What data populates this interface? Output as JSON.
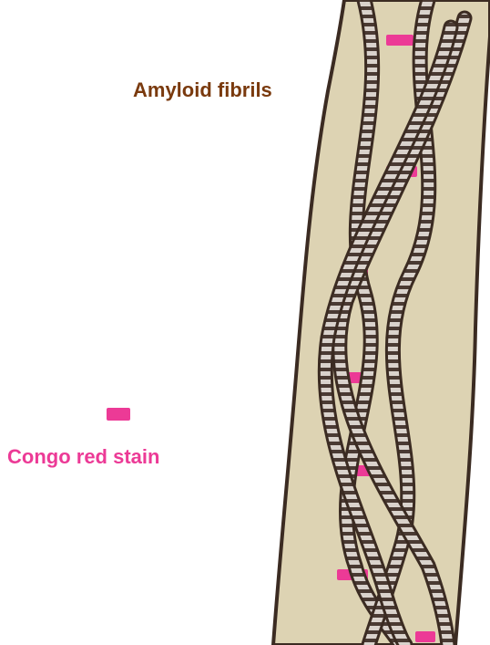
{
  "labels": {
    "fibrils": "Amyloid fibrils",
    "stain": "Congo red stain"
  },
  "colors": {
    "fibril_label": "#7a3a0e",
    "stain": "#ec3a96",
    "fiber_fill": "#ddd3b3",
    "fiber_outline": "#3b2b22",
    "strand_dark": "#4a3a33",
    "strand_light": "#d9d2cc"
  },
  "legend": {
    "swatch_color": "#ec3a96",
    "swatch_meaning": "stain"
  }
}
